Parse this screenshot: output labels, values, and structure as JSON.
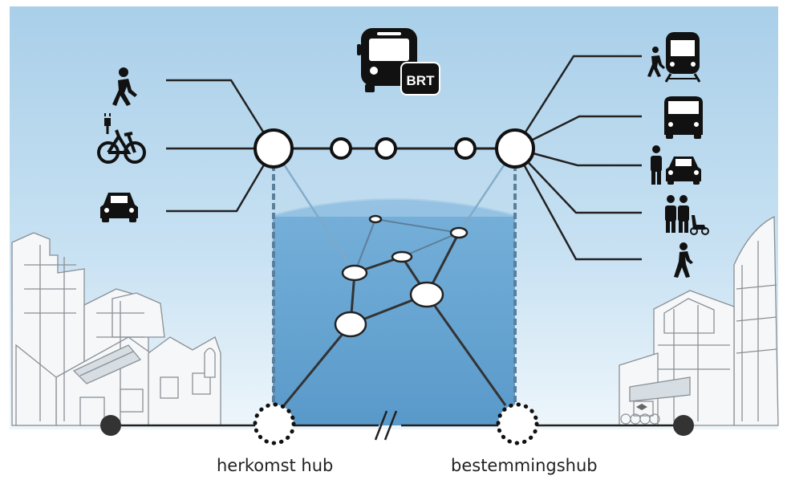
{
  "labels": {
    "origin_hub": "herkomst hub",
    "destination_hub": "bestemmingshub",
    "bus_badge": "BRT"
  },
  "colors": {
    "sky_top": "#a9cfe9",
    "sky_bottom": "#e6f2fa",
    "tube": "#4d95c9",
    "line": "#222222",
    "icon": "#111111"
  },
  "icons": {
    "left": [
      "walking-person-icon",
      "e-bike-icon",
      "car-icon"
    ],
    "right": [
      "walk-to-train-icon",
      "van-icon",
      "ride-share-icon",
      "people-scooter-icon",
      "walking-person-icon"
    ],
    "top": "brt-bus-icon"
  }
}
